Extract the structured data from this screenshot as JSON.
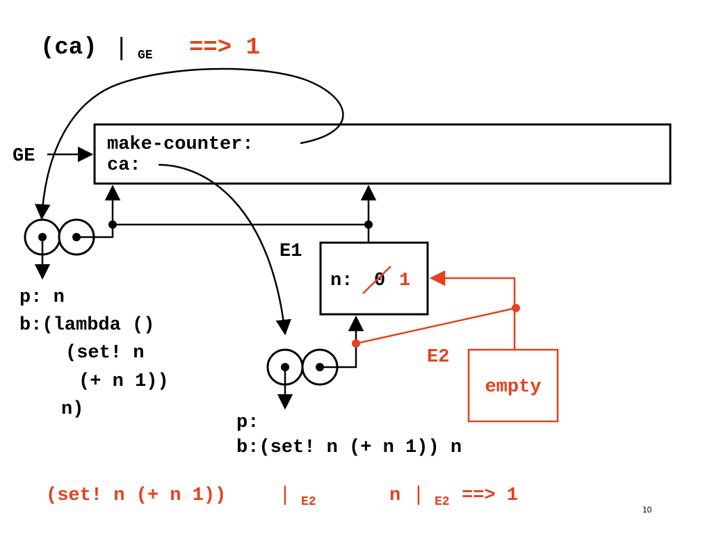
{
  "colors": {
    "ink": "#000000",
    "accent": "#e8401c",
    "background": "#ffffff"
  },
  "header": {
    "expr": "(ca)",
    "bar": "|",
    "env": "GE",
    "result": "==> 1"
  },
  "global_env": {
    "label": "GE",
    "binding_1": "make-counter:",
    "binding_2": "ca:"
  },
  "e1": {
    "label": "E1",
    "var": "n:",
    "old_value": "0",
    "new_value": "1"
  },
  "e2": {
    "label": "E2",
    "content": "empty"
  },
  "proc_make_counter": {
    "params": "p: n",
    "body_lines": [
      "b:(lambda ()",
      "(set! n",
      "(+ n 1))",
      "n)"
    ]
  },
  "proc_ca": {
    "params": "p:",
    "body": "b:(set! n (+ n 1)) n"
  },
  "footer": {
    "left_expr": "(set! n (+ n 1))",
    "left_bar": "|",
    "left_env": "E2",
    "right_expr": "n",
    "right_bar": "|",
    "right_env": "E2",
    "right_result": "==> 1"
  },
  "slide_number": "10"
}
